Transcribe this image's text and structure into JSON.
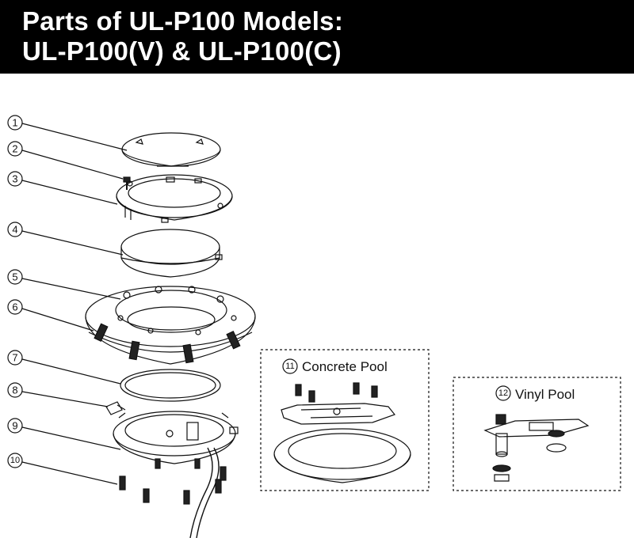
{
  "title": {
    "line1": "Parts of UL-P100 Models:",
    "line2": "UL-P100(V) & UL-P100(C)"
  },
  "callouts": [
    "1",
    "2",
    "3",
    "4",
    "5",
    "6",
    "7",
    "8",
    "9",
    "10"
  ],
  "boxes": {
    "concrete": {
      "number": "11",
      "label": "Concrete Pool"
    },
    "vinyl": {
      "number": "12",
      "label": "Vinyl Pool"
    }
  }
}
